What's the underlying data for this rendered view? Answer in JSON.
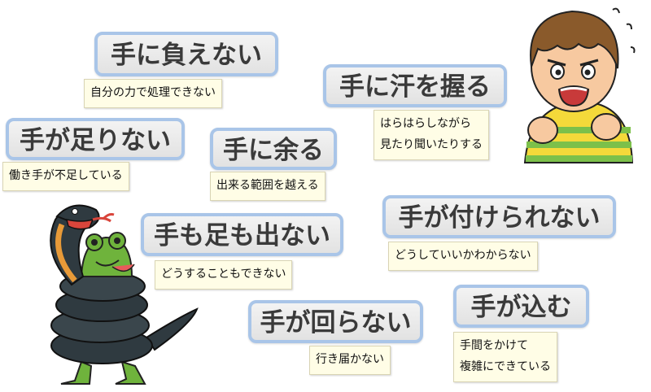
{
  "idioms": [
    {
      "phrase": "手に負えない",
      "meaning": [
        "自分の力で処理できない"
      ]
    },
    {
      "phrase": "手に汗を握る",
      "meaning": [
        "はらはらしながら",
        "見たり聞いたりする"
      ]
    },
    {
      "phrase": "手が足りない",
      "meaning": [
        "働き手が不足している"
      ]
    },
    {
      "phrase": "手に余る",
      "meaning": [
        "出来る範囲を越える"
      ]
    },
    {
      "phrase": "手も足も出ない",
      "meaning": [
        "どうすることもできない"
      ]
    },
    {
      "phrase": "手が付けられない",
      "meaning": [
        "どうしていいかわからない"
      ]
    },
    {
      "phrase": "手が回らない",
      "meaning": [
        "行き届かない"
      ]
    },
    {
      "phrase": "手が込む",
      "meaning": [
        "手間をかけて",
        "複雑にできている"
      ]
    }
  ],
  "illustrations": {
    "snake_frog": "snake-coiling-frog-illustration",
    "boy": "anxious-boy-illustration"
  },
  "colors": {
    "card_border": "#a9c5e8",
    "card_fill": "#ececec",
    "meaning_fill": "#fffde6",
    "snake": "#2f3a40",
    "snake_belly": "#e89a38",
    "frog": "#6fb33c",
    "boy_shirt_yellow": "#f4d93a",
    "boy_shirt_green": "#7cc04a",
    "boy_hair": "#8a5a2b"
  }
}
